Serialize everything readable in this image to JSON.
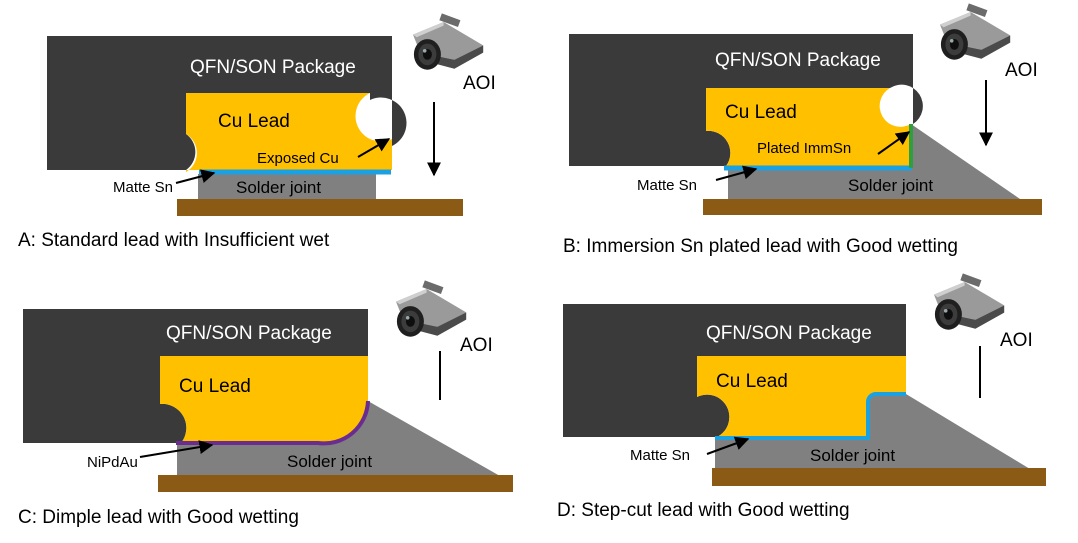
{
  "panels": {
    "a": {
      "package": "QFN/SON Package",
      "lead": "Cu Lead",
      "camera": "AOI",
      "solder": "Solder joint",
      "plating": "Matte Sn",
      "extra": "Exposed Cu",
      "caption": "A: Standard lead with Insufficient wet"
    },
    "b": {
      "package": "QFN/SON Package",
      "lead": "Cu Lead",
      "camera": "AOI",
      "solder": "Solder joint",
      "plating": "Matte Sn",
      "extra": "Plated ImmSn",
      "caption": "B: Immersion Sn plated lead with Good wetting"
    },
    "c": {
      "package": "QFN/SON Package",
      "lead": "Cu Lead",
      "camera": "AOI",
      "solder": "Solder joint",
      "plating": "NiPdAu",
      "caption": "C: Dimple lead with Good wetting"
    },
    "d": {
      "package": "QFN/SON Package",
      "lead": "Cu Lead",
      "camera": "AOI",
      "solder": "Solder joint",
      "plating": "Matte Sn",
      "caption": "D: Step-cut lead with Good wetting"
    }
  },
  "colors": {
    "package": "#3a3a3a",
    "lead": "#ffc000",
    "solder": "#808080",
    "pcb": "#8b5a14",
    "matte_sn": "#1ba1e2",
    "imm_sn": "#2e9e3e",
    "nipdau": "#6a2c91"
  }
}
